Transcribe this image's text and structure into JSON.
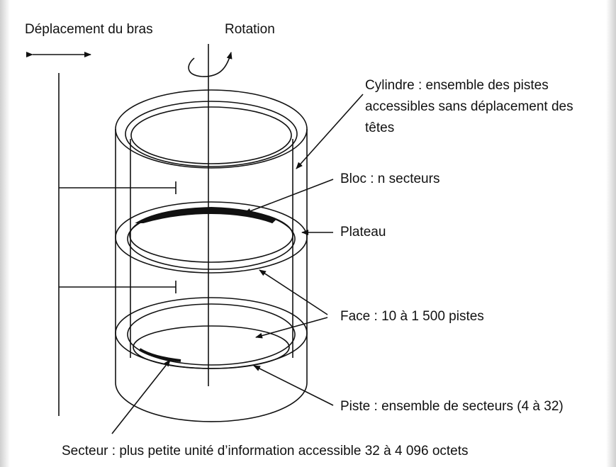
{
  "labels": {
    "arm_movement": "Déplacement du bras",
    "rotation": "Rotation",
    "cylinder": "Cylindre : ensemble des pistes accessibles sans déplacement des têtes",
    "block": "Bloc : n secteurs",
    "platter": "Plateau",
    "face": "Face : 10 à 1 500 pistes",
    "track": "Piste : ensemble de secteurs (4 à 32)",
    "sector": "Secteur : plus petite unité d’information accessible 32 à 4 096 octets"
  }
}
